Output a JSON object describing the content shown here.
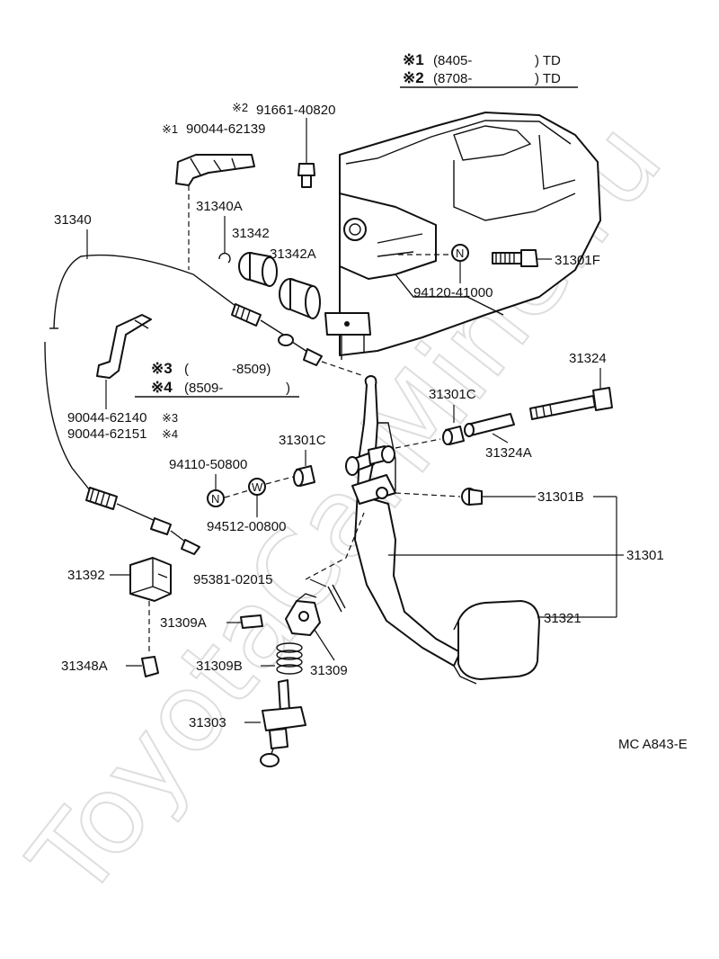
{
  "watermark": "ToyotaCarMine.ru",
  "diagram_code": "MC A843-E",
  "legend_top": {
    "row1": {
      "mark": "※1",
      "text": "(8405-",
      "suffix": ") TD"
    },
    "row2": {
      "mark": "※2",
      "text": "(8708-",
      "suffix": ") TD"
    }
  },
  "legend_mid": {
    "row3": {
      "mark": "※3",
      "text": "(",
      "range": "-8509)"
    },
    "row4": {
      "mark": "※4",
      "text": "(8509-",
      "range": ")"
    }
  },
  "labels": {
    "p_91661": "91661-40820",
    "p_90044_62139": "90044-62139",
    "mark1": "※1",
    "mark2": "※2",
    "p_31340A": "31340A",
    "p_31342": "31342",
    "p_31342A": "31342A",
    "p_31340": "31340",
    "p_31301F": "31301F",
    "p_94120": "94120-41000",
    "p_31324": "31324",
    "p_31301C_r": "31301C",
    "p_31324A": "31324A",
    "p_31301C_l": "31301C",
    "p_94110": "94110-50800",
    "p_94512": "94512-00800",
    "p_31301B": "31301B",
    "p_31301": "31301",
    "p_90044_62140": "90044-62140",
    "mark3": "※3",
    "p_90044_62151": "90044-62151",
    "mark4": "※4",
    "p_31392": "31392",
    "p_95381": "95381-02015",
    "p_31309A": "31309A",
    "p_31321": "31321",
    "p_31348A": "31348A",
    "p_31309B": "31309B",
    "p_31309": "31309",
    "p_31303": "31303",
    "circle_N": "N",
    "circle_W": "W"
  }
}
